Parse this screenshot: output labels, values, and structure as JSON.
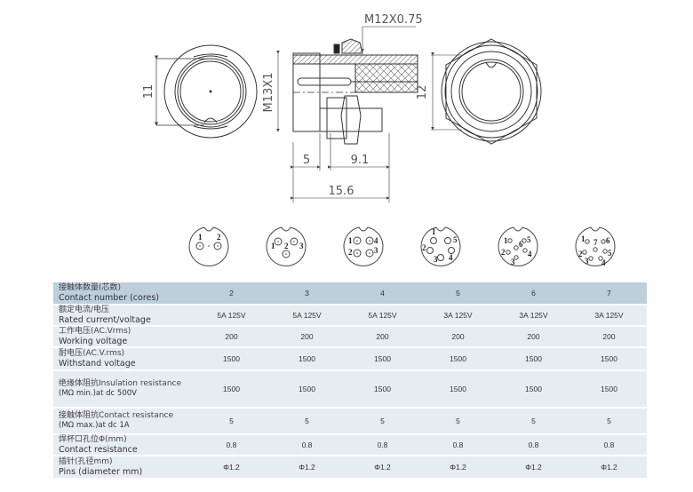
{
  "drawing": {
    "dimensions": {
      "front_diameter": "11",
      "thread_major": "M13X1",
      "thread_rear": "M12X0.75",
      "front_length": "5",
      "rear_length": "9.1",
      "total_length": "15.6",
      "hex_across": "12"
    }
  },
  "pin_layouts": [
    {
      "cores": "2",
      "pins": [
        "1",
        "2"
      ]
    },
    {
      "cores": "3",
      "pins": [
        "1",
        "2",
        "3"
      ]
    },
    {
      "cores": "4",
      "pins": [
        "1",
        "2",
        "3",
        "4"
      ]
    },
    {
      "cores": "5",
      "pins": [
        "1",
        "2",
        "3",
        "4",
        "5"
      ]
    },
    {
      "cores": "6",
      "pins": [
        "1",
        "2",
        "3",
        "4",
        "5",
        "6"
      ]
    },
    {
      "cores": "7",
      "pins": [
        "1",
        "2",
        "3",
        "4",
        "5",
        "6",
        "7"
      ]
    }
  ],
  "table": {
    "rows": [
      {
        "zh": "接触体数量(芯数)",
        "en": "Contact number (cores)",
        "values": [
          "2",
          "3",
          "4",
          "5",
          "6",
          "7"
        ]
      },
      {
        "zh": "额定电流/电压",
        "en": "Rated current/voltage",
        "values": [
          "5A 125V",
          "5A 125V",
          "5A 125V",
          "3A 125V",
          "3A 125V",
          "3A 125V"
        ]
      },
      {
        "zh": "工作电压(AC.Vrms)",
        "en": "Working voltage",
        "values": [
          "200",
          "200",
          "200",
          "200",
          "200",
          "200"
        ]
      },
      {
        "zh": "耐电压(AC.V.rms)",
        "en": "Withstand voltage",
        "values": [
          "1500",
          "1500",
          "1500",
          "1500",
          "1500",
          "1500"
        ]
      },
      {
        "zh": "绝缘体阻抗Insulation resistance",
        "en": "(MΩ min.)at dc 500V",
        "values": [
          "1500",
          "1500",
          "1500",
          "1500",
          "1500",
          "1500"
        ]
      },
      {
        "zh": "接触体阻抗Contact resistance",
        "en": "(MΩ max.)at dc 1A",
        "values": [
          "5",
          "5",
          "5",
          "5",
          "5",
          "5"
        ]
      },
      {
        "zh": "焊杯口孔位Φ(mm)",
        "en": "Contact resistance",
        "values": [
          "0.8",
          "0.8",
          "0.8",
          "0.8",
          "0.8",
          "0.8"
        ]
      },
      {
        "zh": "插针(孔径mm)",
        "en": "Pins (diameter mm)",
        "values": [
          "Φ1.2",
          "Φ1.2",
          "Φ1.2",
          "Φ1.2",
          "Φ1.2",
          "Φ1.2"
        ]
      }
    ]
  }
}
